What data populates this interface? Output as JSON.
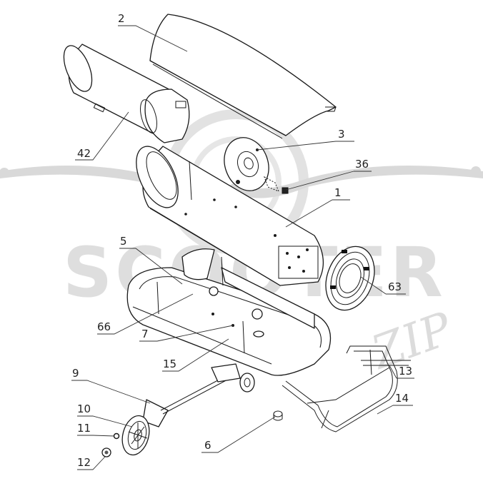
{
  "watermark": {
    "brand": "SCOOTER",
    "sub": "ZIP"
  },
  "callouts": [
    {
      "id": "c2",
      "label": "2"
    },
    {
      "id": "c42",
      "label": "42"
    },
    {
      "id": "c3",
      "label": "3"
    },
    {
      "id": "c36",
      "label": "36"
    },
    {
      "id": "c1",
      "label": "1"
    },
    {
      "id": "c5",
      "label": "5"
    },
    {
      "id": "c63",
      "label": "63"
    },
    {
      "id": "c66",
      "label": "66"
    },
    {
      "id": "c7",
      "label": "7"
    },
    {
      "id": "c15",
      "label": "15"
    },
    {
      "id": "c9",
      "label": "9"
    },
    {
      "id": "c13",
      "label": "13"
    },
    {
      "id": "c14",
      "label": "14"
    },
    {
      "id": "c10",
      "label": "10"
    },
    {
      "id": "c11",
      "label": "11"
    },
    {
      "id": "c6",
      "label": "6"
    },
    {
      "id": "c12",
      "label": "12"
    }
  ],
  "colors": {
    "line": "#1a1a1a",
    "watermark": "#d9d9d9",
    "background": "#ffffff"
  }
}
